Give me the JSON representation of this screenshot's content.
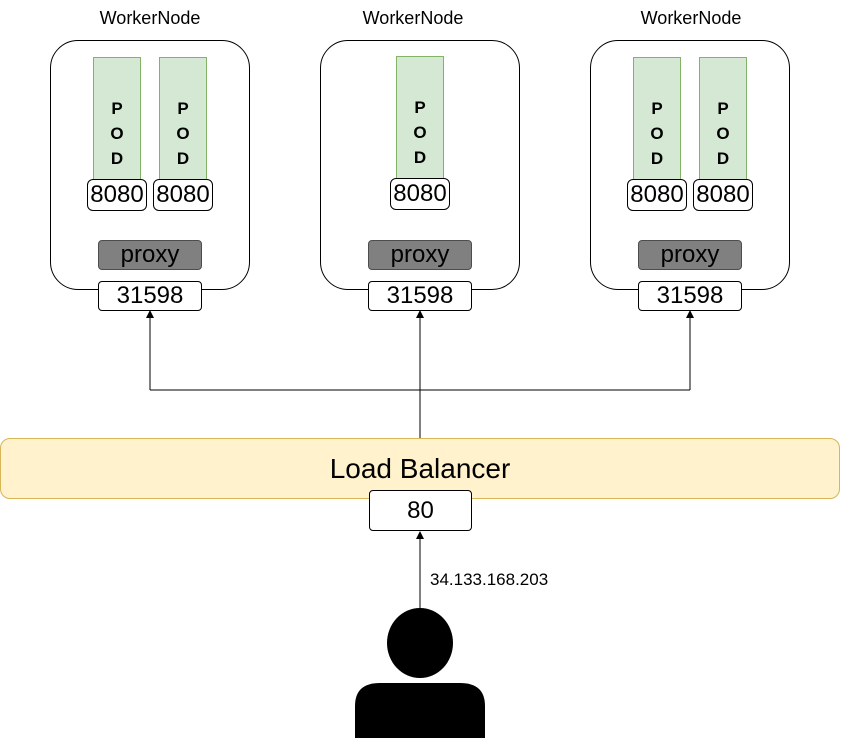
{
  "worker_nodes": [
    {
      "title": "WorkerNode",
      "pods": [
        {
          "letters": [
            "P",
            "O",
            "D"
          ],
          "port": "8080"
        },
        {
          "letters": [
            "P",
            "O",
            "D"
          ],
          "port": "8080"
        }
      ],
      "proxy_label": "proxy",
      "node_port": "31598"
    },
    {
      "title": "WorkerNode",
      "pods": [
        {
          "letters": [
            "P",
            "O",
            "D"
          ],
          "port": "8080"
        }
      ],
      "proxy_label": "proxy",
      "node_port": "31598"
    },
    {
      "title": "WorkerNode",
      "pods": [
        {
          "letters": [
            "P",
            "O",
            "D"
          ],
          "port": "8080"
        },
        {
          "letters": [
            "P",
            "O",
            "D"
          ],
          "port": "8080"
        }
      ],
      "proxy_label": "proxy",
      "node_port": "31598"
    }
  ],
  "load_balancer": {
    "label": "Load Balancer",
    "port": "80"
  },
  "client": {
    "ip_label": "34.133.168.203",
    "icon": "user-icon"
  },
  "colors": {
    "pod_fill": "#d5e8d4",
    "pod_stroke": "#82b366",
    "proxy_fill": "#808080",
    "lb_fill": "#fff2cc",
    "lb_stroke": "#d6b656"
  }
}
